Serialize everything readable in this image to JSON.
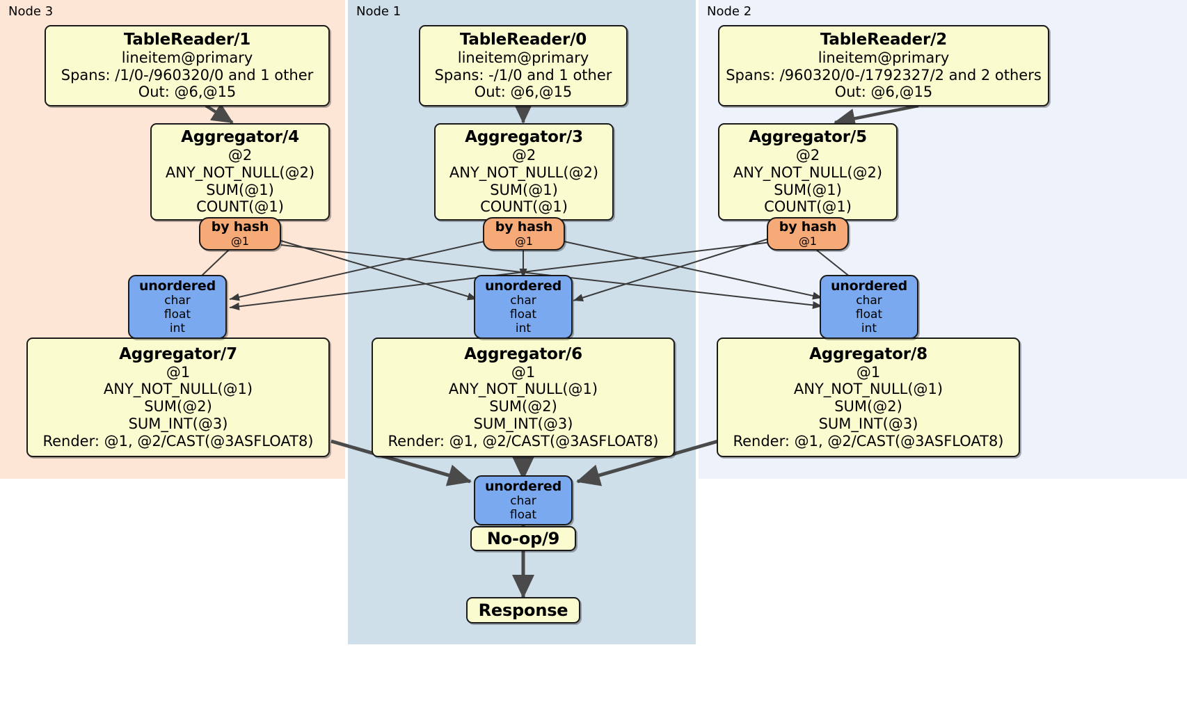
{
  "panels": [
    {
      "label": "Node 3",
      "color": "#fde6d6"
    },
    {
      "label": "Node 1",
      "color": "#cfdfea"
    },
    {
      "label": "Node 2",
      "color": "#edf2fb"
    }
  ],
  "processors": {
    "table_reader_1": {
      "title": "TableReader/1",
      "lines": [
        "lineitem@primary",
        "Spans: /1/0-/960320/0 and 1 other",
        "Out: @6,@15"
      ]
    },
    "table_reader_0": {
      "title": "TableReader/0",
      "lines": [
        "lineitem@primary",
        "Spans: -/1/0 and 1 other",
        "Out: @6,@15"
      ]
    },
    "table_reader_2": {
      "title": "TableReader/2",
      "lines": [
        "lineitem@primary",
        "Spans: /960320/0-/1792327/2 and 2 others",
        "Out: @6,@15"
      ]
    },
    "aggregator_4": {
      "title": "Aggregator/4",
      "lines": [
        "@2",
        "ANY_NOT_NULL(@2)",
        "SUM(@1)",
        "COUNT(@1)"
      ]
    },
    "aggregator_3": {
      "title": "Aggregator/3",
      "lines": [
        "@2",
        "ANY_NOT_NULL(@2)",
        "SUM(@1)",
        "COUNT(@1)"
      ]
    },
    "aggregator_5": {
      "title": "Aggregator/5",
      "lines": [
        "@2",
        "ANY_NOT_NULL(@2)",
        "SUM(@1)",
        "COUNT(@1)"
      ]
    },
    "aggregator_7": {
      "title": "Aggregator/7",
      "lines": [
        "@1",
        "ANY_NOT_NULL(@1)",
        "SUM(@2)",
        "SUM_INT(@3)",
        "Render: @1, @2/CAST(@3ASFLOAT8)"
      ]
    },
    "aggregator_6": {
      "title": "Aggregator/6",
      "lines": [
        "@1",
        "ANY_NOT_NULL(@1)",
        "SUM(@2)",
        "SUM_INT(@3)",
        "Render: @1, @2/CAST(@3ASFLOAT8)"
      ]
    },
    "aggregator_8": {
      "title": "Aggregator/8",
      "lines": [
        "@1",
        "ANY_NOT_NULL(@1)",
        "SUM(@2)",
        "SUM_INT(@3)",
        "Render: @1, @2/CAST(@3ASFLOAT8)"
      ]
    },
    "noop_9": {
      "title": "No-op/9",
      "lines": []
    },
    "response": {
      "title": "Response",
      "lines": []
    }
  },
  "routers": {
    "by_hash_4": {
      "title": "by hash",
      "lines": [
        "@1"
      ]
    },
    "by_hash_3": {
      "title": "by hash",
      "lines": [
        "@1"
      ]
    },
    "by_hash_5": {
      "title": "by hash",
      "lines": [
        "@1"
      ]
    }
  },
  "streams": {
    "unordered_left": {
      "title": "unordered",
      "lines": [
        "char",
        "float",
        "int"
      ]
    },
    "unordered_center": {
      "title": "unordered",
      "lines": [
        "char",
        "float",
        "int"
      ]
    },
    "unordered_right": {
      "title": "unordered",
      "lines": [
        "char",
        "float",
        "int"
      ]
    },
    "unordered_final": {
      "title": "unordered",
      "lines": [
        "char",
        "float"
      ]
    }
  },
  "colors": {
    "processor_fill": "#fbfbd0",
    "router_fill": "#f6aa77",
    "stream_fill": "#7aa9ef",
    "edge": "#4a4a4a",
    "border": "#1a1a1a"
  }
}
